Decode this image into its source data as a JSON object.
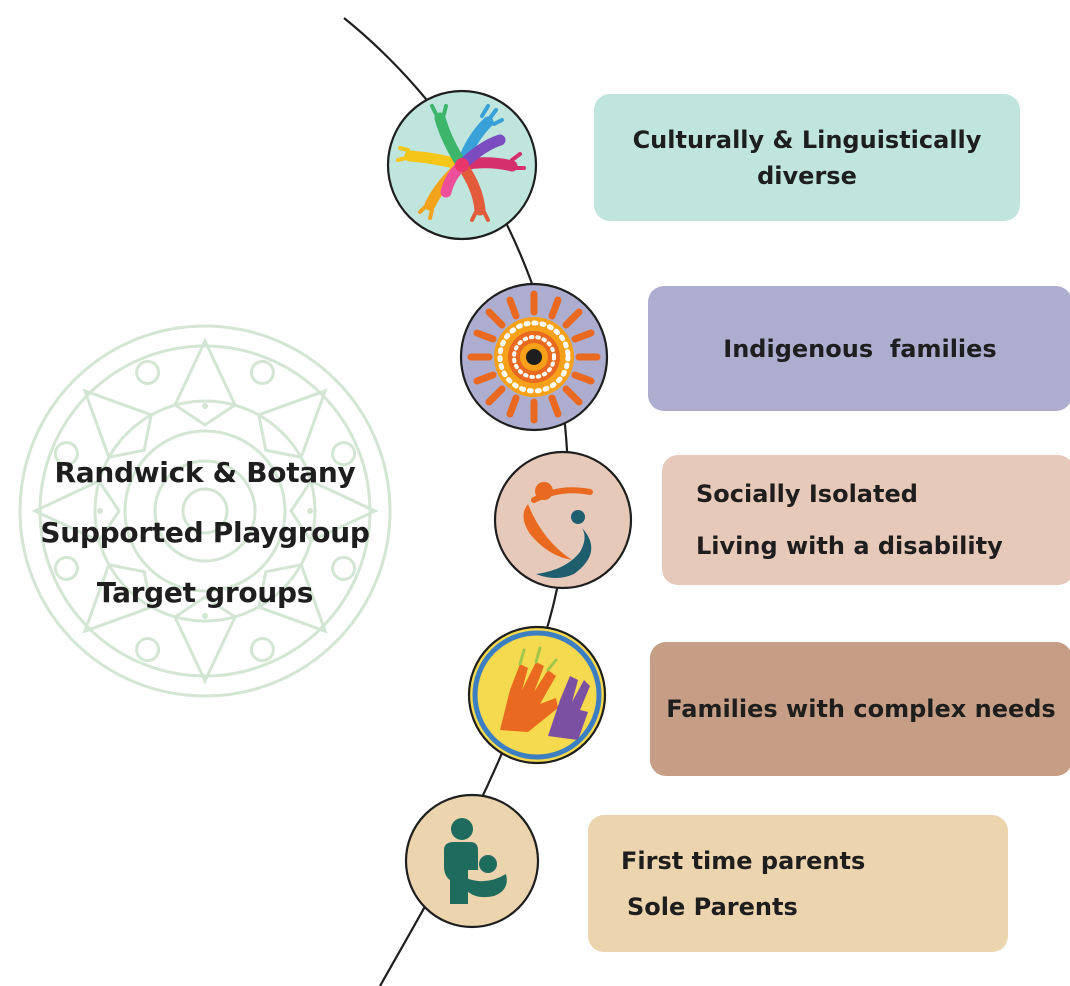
{
  "title": {
    "line1": "Randwick & Botany",
    "line2": "Supported Playgroup",
    "line3": "Target groups"
  },
  "groups": [
    {
      "lines": [
        "Culturally & Linguistically",
        "diverse"
      ],
      "color": "#bfe5dc",
      "icon": "diverse-hands-icon"
    },
    {
      "lines": [
        "Indigenous  families"
      ],
      "color": "#adadcf",
      "icon": "aboriginal-dot-art-icon"
    },
    {
      "lines": [
        "Socially Isolated",
        "Living with a disability"
      ],
      "color": "#e7c9ba",
      "icon": "parent-child-heart-icon"
    },
    {
      "lines": [
        "Families with complex needs"
      ],
      "color": "#c69e85",
      "icon": "helping-hands-icon"
    },
    {
      "lines": [
        "First time parents",
        "Sole Parents"
      ],
      "color": "#ebd4ae",
      "icon": "parent-holding-baby-icon"
    }
  ],
  "colors": {
    "mandala": "#d3e6d3",
    "text": "#1e1e1e",
    "connector": "#1e1e1e"
  }
}
